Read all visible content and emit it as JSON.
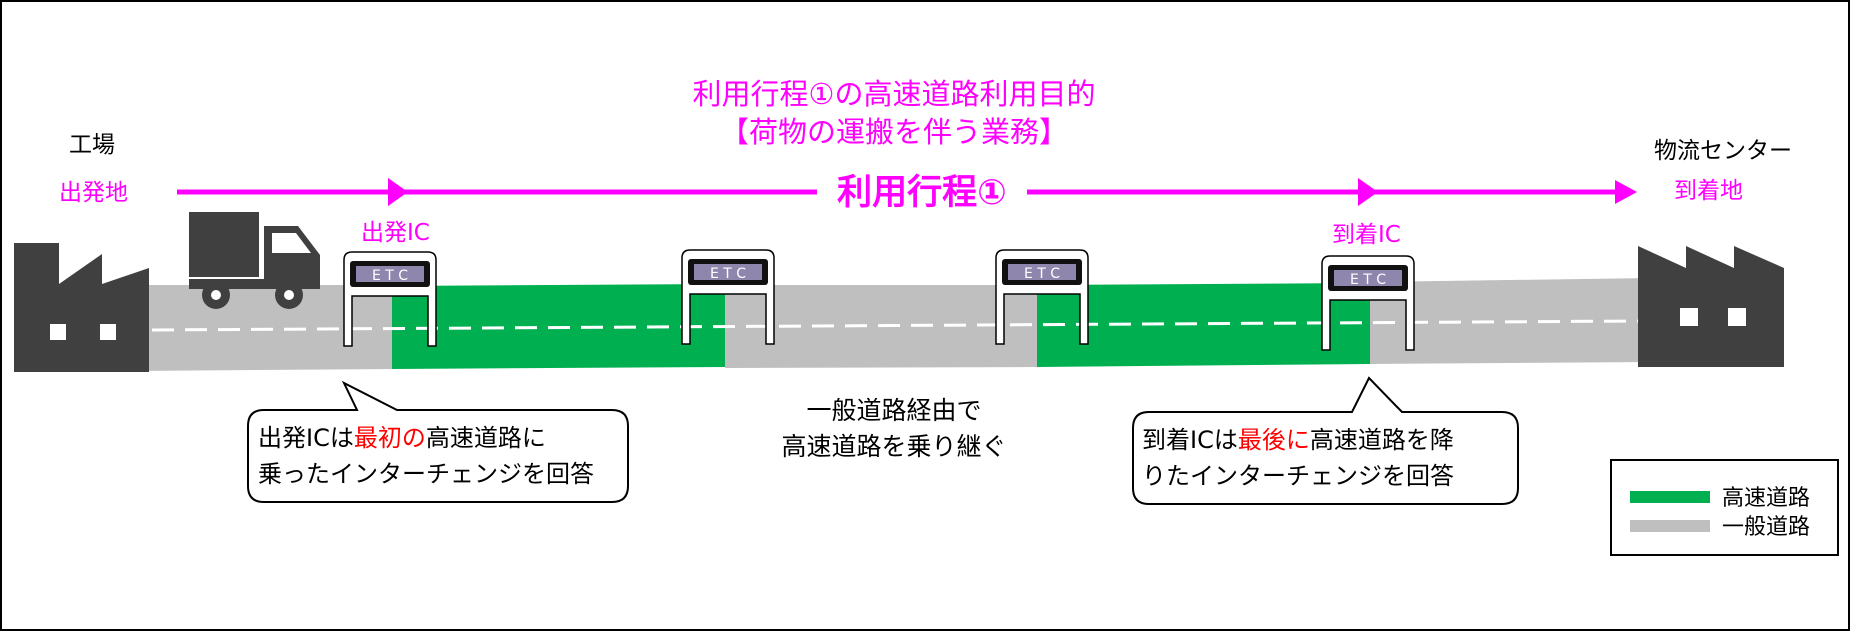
{
  "purpose_title_line1": "利用行程①の高速道路利用目的",
  "purpose_title_line2": "【荷物の運搬を伴う業務】",
  "route_label": "利用行程①",
  "origin": {
    "name": "工場",
    "label": "出発地"
  },
  "destination": {
    "name": "物流センター",
    "label": "到着地"
  },
  "departure_ic_label": "出発IC",
  "arrival_ic_label": "到着IC",
  "etc_gate_text": "E T C",
  "middle_note_line1": "一般道路経由で",
  "middle_note_line2": "高速道路を乗り継ぐ",
  "callout_left": {
    "line1_prefix": "出発ICは",
    "line1_highlight": "最初の",
    "line1_suffix": "高速道路に",
    "line2": "乗ったインターチェンジを回答"
  },
  "callout_right": {
    "line1_prefix": "到着ICは",
    "line1_highlight": "最後に",
    "line1_suffix": "高速道路を降",
    "line2": "りたインターチェンジを回答"
  },
  "legend": {
    "items": [
      {
        "label": "高速道路",
        "color": "#00b050"
      },
      {
        "label": "一般道路",
        "color": "#bfbfbf"
      }
    ]
  },
  "colors": {
    "accent": "#ff00ff",
    "expressway": "#00b050",
    "general_road": "#bfbfbf",
    "building": "#404040",
    "highlight": "#ff0000",
    "etc_sign": "#8e86ad"
  },
  "icons": [
    "factory-icon",
    "truck-icon",
    "etc-gate-icon"
  ]
}
